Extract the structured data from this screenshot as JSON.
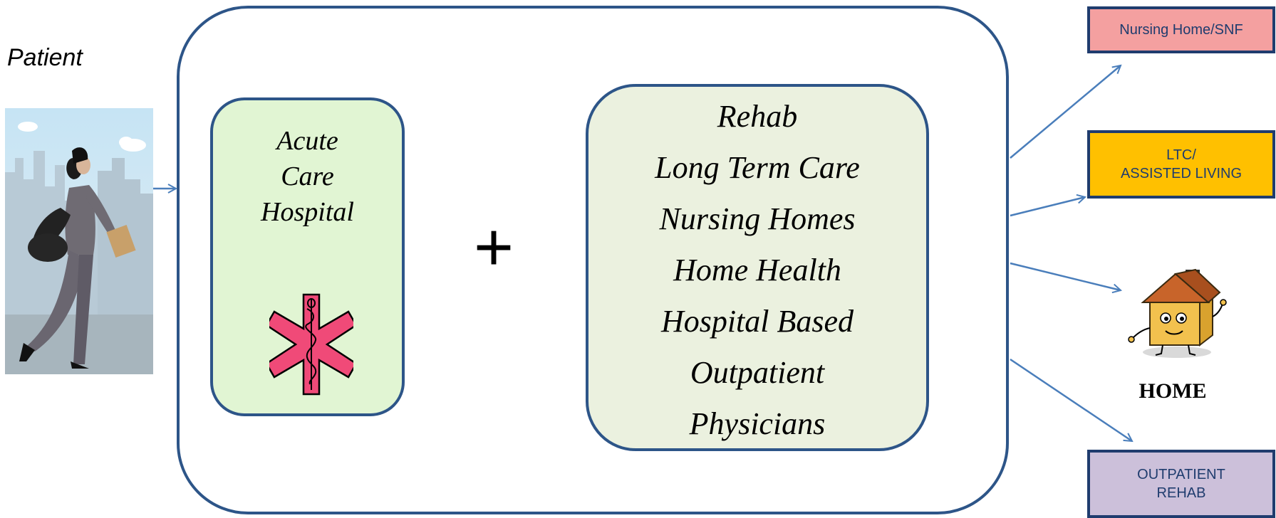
{
  "patient": {
    "label": "Patient",
    "icon": "walking-woman-image"
  },
  "acute_care": {
    "lines": [
      "Acute",
      "Care",
      "Hospital"
    ],
    "icon": "star-of-life-icon",
    "fill": "#e1f5d3"
  },
  "connector": {
    "symbol": "+"
  },
  "services": {
    "items": [
      "Rehab",
      "Long Term Care",
      "Nursing Homes",
      "Home Health",
      "Hospital Based",
      "Outpatient",
      "Physicians"
    ],
    "fill": "#ebf1df"
  },
  "destinations": {
    "nursing_home": {
      "label": "Nursing Home/SNF",
      "fill": "#f4a0a0"
    },
    "ltc": {
      "label": "LTC/\nASSISTED LIVING",
      "fill": "#ffc000"
    },
    "home": {
      "label": "HOME",
      "icon": "house-character-icon"
    },
    "outpatient_rehab": {
      "label": "OUTPATIENT\nREHAB",
      "fill": "#ccc0da"
    }
  },
  "colors": {
    "frame_border": "#2d5588",
    "arrow": "#4a7ebb",
    "star": "#f04a78"
  }
}
